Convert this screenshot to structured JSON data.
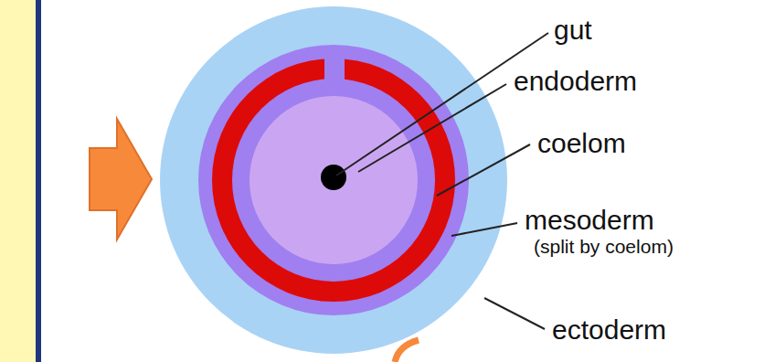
{
  "diagram": {
    "labels": [
      "gut",
      "endoderm",
      "coelom",
      "mesoderm",
      "(split by coelom)",
      "ectoderm"
    ]
  }
}
